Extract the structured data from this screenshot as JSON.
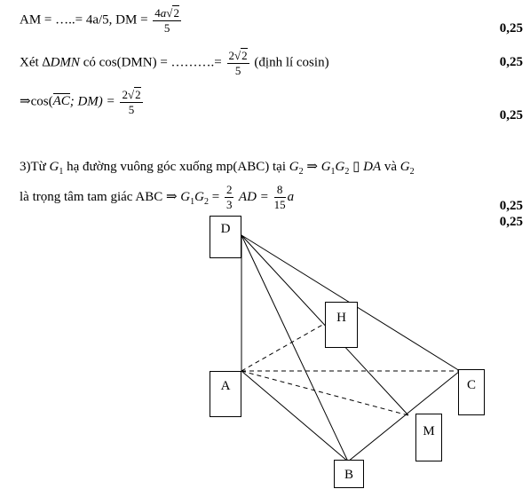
{
  "lines": {
    "l1_left": "AM = …..= 4a/5, DM =",
    "l1_frac_num_a": "4",
    "l1_frac_num_b": "a",
    "l1_frac_sqrt": "2",
    "l1_frac_den": "5",
    "l2_left": "Xét ",
    "l2_tri": "∆DMN",
    "l2_mid": " có cos(DMN) = ……….=",
    "l2_frac_num": "2",
    "l2_frac_sqrt": "2",
    "l2_frac_den": "5",
    "l2_right": "(định lí cosin)",
    "l3_arrow": "⇒cos(",
    "l3_vec": "AC",
    "l3_rest": "; DM) =",
    "l3_frac_num": "2",
    "l3_frac_sqrt": "2",
    "l3_frac_den": "5",
    "l4_a": "3)Từ ",
    "l4_g1": "G",
    "l4_g1s": "1",
    "l4_b": " hạ đường vuông góc xuống mp(ABC) tại ",
    "l4_g2": "G",
    "l4_g2s": "2",
    "l4_c": " ⇒ ",
    "l4_d": "G",
    "l4_ds": "1",
    "l4_e": "G",
    "l4_es": "2",
    "l4_f": " ▯ DA",
    "l4_g": "  và  ",
    "l4_h": "G",
    "l4_hs": "2",
    "l5_a": "là trọng tâm tam giác ABC  ⇒ ",
    "l5_b": "G",
    "l5_bs": "1",
    "l5_c": "G",
    "l5_cs": "2",
    "l5_eq": " =",
    "l5_f1n": "2",
    "l5_f1d": "3",
    "l5_ad": " AD =",
    "l5_f2n": "8",
    "l5_f2d": "15",
    "l5_a2": "a"
  },
  "scores": [
    "0,25",
    "0,25",
    "0,25",
    "0,25",
    "0,25"
  ],
  "figure": {
    "labels": {
      "D": "D",
      "H": "H",
      "A": "A",
      "C": "C",
      "M": "M",
      "B": "B"
    }
  }
}
